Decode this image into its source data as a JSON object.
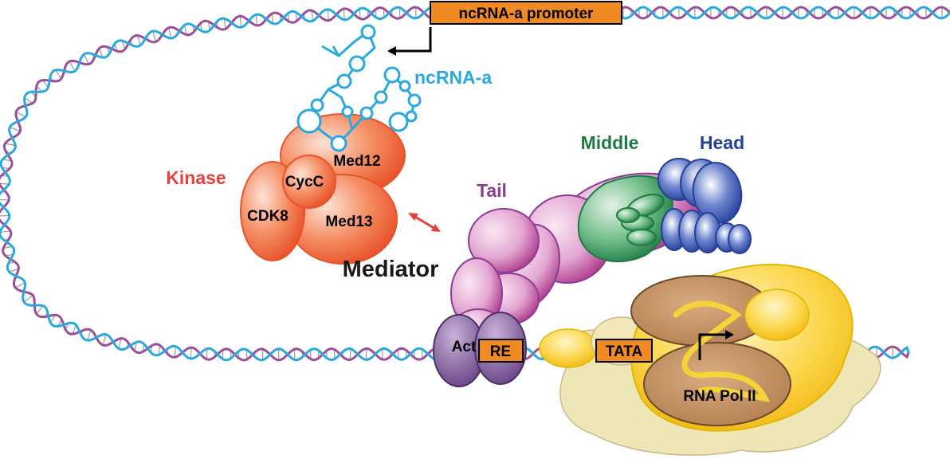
{
  "promoter": {
    "label": "ncRNA-a promoter"
  },
  "ncrna": {
    "label": "ncRNA-a"
  },
  "kinase_module": {
    "title": "Kinase",
    "subunits": {
      "cdk8": "CDK8",
      "cycc": "CycC",
      "med12": "Med12",
      "med13": "Med13"
    }
  },
  "mediator": {
    "title": "Mediator",
    "tail_label": "Tail",
    "middle_label": "Middle",
    "head_label": "Head"
  },
  "promoter_elements": {
    "activator": "Act",
    "response_element": "RE",
    "tata": "TATA"
  },
  "polymerase": {
    "label": "RNA Pol II"
  },
  "colors": {
    "dna_strand_a": "#9b4f9a",
    "dna_strand_b": "#2aa8df",
    "kinase": "#e8532a",
    "ncrna": "#2aa8df",
    "tail": "#8a3d93",
    "middle": "#1e7a45",
    "head": "#233f97",
    "box": "#f08a24",
    "polymerase": "#b98a5e",
    "gtf": "#f7c625"
  }
}
